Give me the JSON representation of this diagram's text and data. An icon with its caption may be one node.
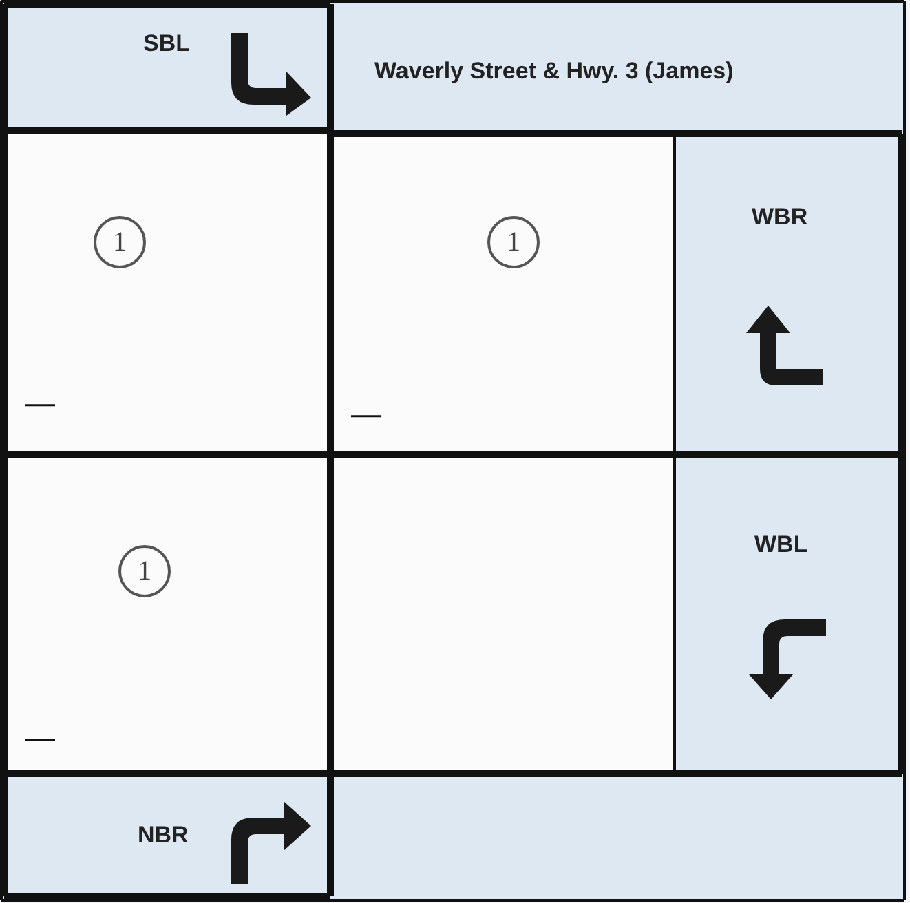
{
  "diagram": {
    "title": "Waverly Street & Hwy. 3 (James)",
    "labels": [
      "SBL",
      "1",
      "—",
      "1",
      "—",
      "WBR",
      "1",
      "—",
      "WBL",
      "NBR"
    ]
  }
}
